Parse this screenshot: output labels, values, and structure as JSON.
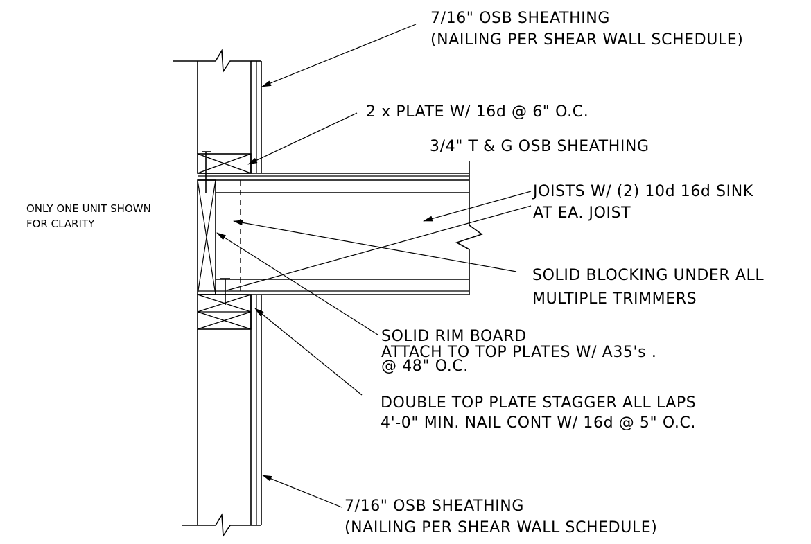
{
  "labels": {
    "osb_top_1": "7/16\" OSB SHEATHING",
    "osb_top_2": "(NAILING PER SHEAR WALL SCHEDULE)",
    "plate": "2 x PLATE W/ 16d @ 6\" O.C.",
    "tg_osb": "3/4\" T & G OSB SHEATHING",
    "joists_1": "JOISTS W/ (2) 10d 16d SINK",
    "joists_2": "AT EA. JOIST",
    "only_one_1": "ONLY ONE UNIT SHOWN",
    "only_one_2": "FOR CLARITY",
    "blocking_1": "SOLID BLOCKING UNDER ALL",
    "blocking_2": "MULTIPLE TRIMMERS",
    "rim_1": "SOLID RIM BOARD",
    "rim_2": "ATTACH TO TOP PLATES W/ A35's .",
    "rim_3": "@ 48\" O.C.",
    "top_plate_1": "DOUBLE TOP PLATE STAGGER ALL LAPS",
    "top_plate_2": "4'-0\" MIN. NAIL CONT W/ 16d @ 5\" O.C.",
    "osb_bot_1": "7/16\" OSB SHEATHING",
    "osb_bot_2": "(NAILING PER SHEAR WALL SCHEDULE)"
  }
}
